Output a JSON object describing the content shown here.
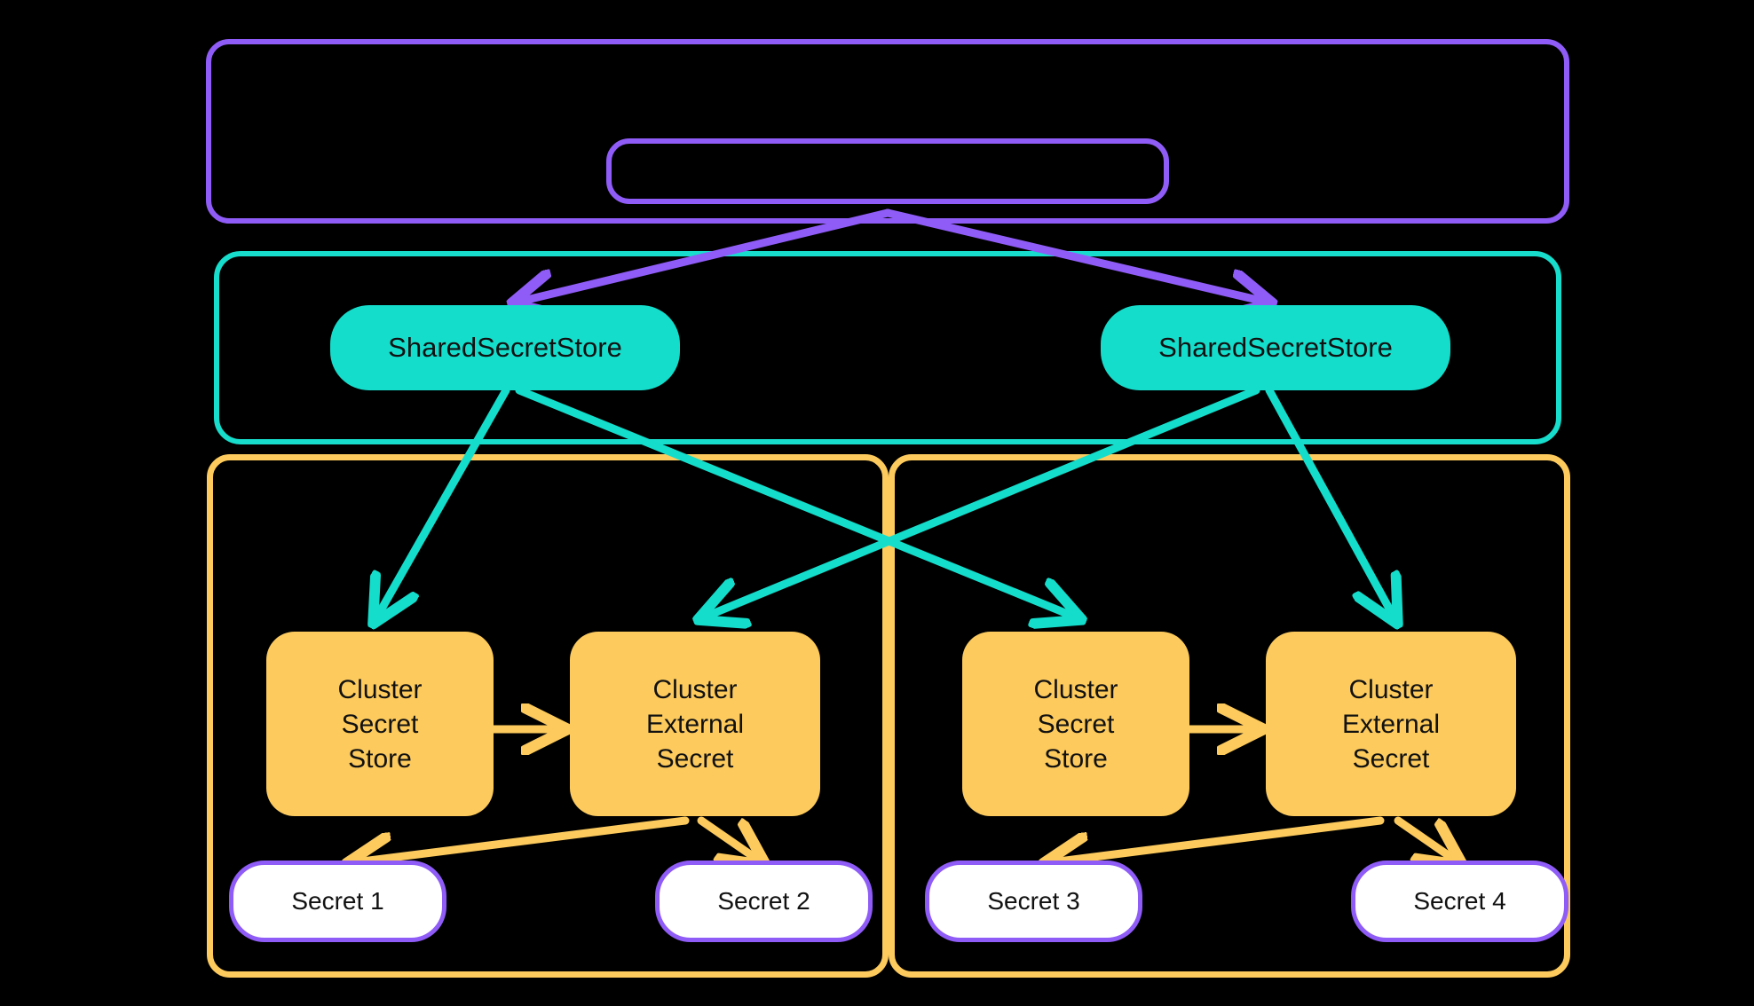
{
  "diagram": {
    "title": "External Secrets Operator shared secret store architecture",
    "background": "#000000",
    "colors": {
      "purple": "#8f5cf7",
      "teal": "#14ddcb",
      "yellow": "#fcca5d",
      "white": "#ffffff",
      "text": "#111111"
    }
  },
  "containers": {
    "operator_scope": {
      "label": "",
      "border_color": "#8f5cf7"
    },
    "shared_scope": {
      "label": "",
      "border_color": "#17ddcc"
    },
    "cluster_left": {
      "label": "",
      "border_color": "#fcca5d"
    },
    "cluster_right": {
      "label": "",
      "border_color": "#fcca5d"
    }
  },
  "nodes": {
    "operator_inner": {
      "label": "",
      "fill": "none",
      "border_color": "#8f5cf7"
    },
    "shared_store_left": {
      "label": "SharedSecretStore",
      "fill": "#14ddcb"
    },
    "shared_store_right": {
      "label": "SharedSecretStore",
      "fill": "#14ddcb"
    },
    "cluster_secret_store_left": {
      "lines": [
        "Cluster",
        "Secret",
        "Store"
      ],
      "fill": "#fcca5d"
    },
    "cluster_external_secret_left": {
      "lines": [
        "Cluster",
        "External",
        "Secret"
      ],
      "fill": "#fcca5d"
    },
    "cluster_secret_store_right": {
      "lines": [
        "Cluster",
        "Secret",
        "Store"
      ],
      "fill": "#fcca5d"
    },
    "cluster_external_secret_right": {
      "lines": [
        "Cluster",
        "External",
        "Secret"
      ],
      "fill": "#fcca5d"
    },
    "secret_1": {
      "label": "Secret 1",
      "fill": "#ffffff",
      "border_color": "#8f5cf7"
    },
    "secret_2": {
      "label": "Secret 2",
      "fill": "#ffffff",
      "border_color": "#8f5cf7"
    },
    "secret_3": {
      "label": "Secret 3",
      "fill": "#ffffff",
      "border_color": "#8f5cf7"
    },
    "secret_4": {
      "label": "Secret 4",
      "fill": "#ffffff",
      "border_color": "#8f5cf7"
    }
  },
  "edges": [
    {
      "id": "op-to-shared-left",
      "from": "operator_inner",
      "to": "shared_store_left",
      "color": "#8f5cf7"
    },
    {
      "id": "op-to-shared-right",
      "from": "operator_inner",
      "to": "shared_store_right",
      "color": "#8f5cf7"
    },
    {
      "id": "sharedL-to-cssL",
      "from": "shared_store_left",
      "to": "cluster_secret_store_left",
      "color": "#14ddcb"
    },
    {
      "id": "sharedL-to-cesR",
      "from": "shared_store_left",
      "to": "cluster_secret_store_right",
      "color": "#14ddcb"
    },
    {
      "id": "sharedR-to-cesL",
      "from": "shared_store_right",
      "to": "cluster_external_secret_left",
      "color": "#14ddcb"
    },
    {
      "id": "sharedR-to-cesR",
      "from": "shared_store_right",
      "to": "cluster_external_secret_right",
      "color": "#14ddcb"
    },
    {
      "id": "cssL-to-cesL",
      "from": "cluster_secret_store_left",
      "to": "cluster_external_secret_left",
      "color": "#fcca5d"
    },
    {
      "id": "cssR-to-cesR",
      "from": "cluster_secret_store_right",
      "to": "cluster_external_secret_right",
      "color": "#fcca5d"
    },
    {
      "id": "cesL-to-secret1",
      "from": "cluster_external_secret_left",
      "to": "secret_1",
      "color": "#fcca5d"
    },
    {
      "id": "cesL-to-secret2",
      "from": "cluster_external_secret_left",
      "to": "secret_2",
      "color": "#fcca5d"
    },
    {
      "id": "cesR-to-secret3",
      "from": "cluster_external_secret_right",
      "to": "secret_3",
      "color": "#fcca5d"
    },
    {
      "id": "cesR-to-secret4",
      "from": "cluster_external_secret_right",
      "to": "secret_4",
      "color": "#fcca5d"
    }
  ]
}
